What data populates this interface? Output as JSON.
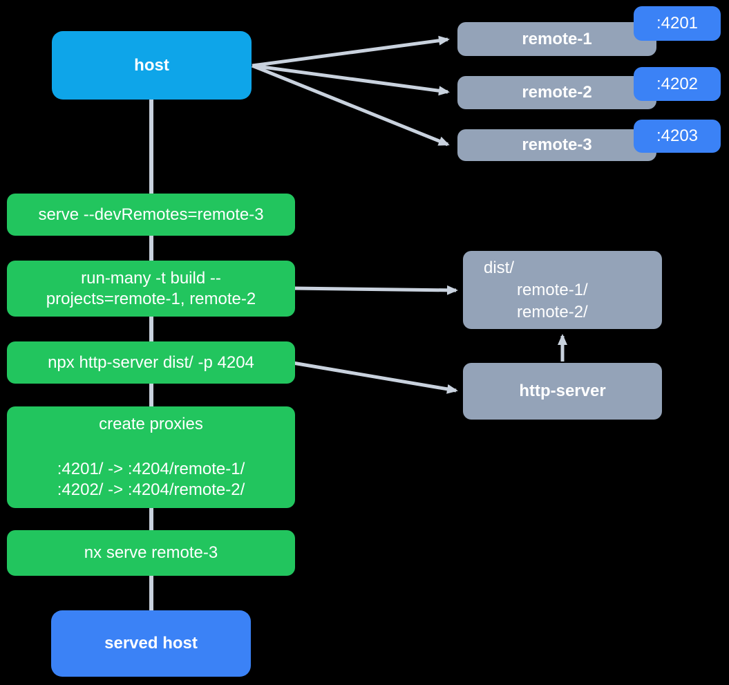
{
  "colors": {
    "background": "#000000",
    "host_fill": "#0ea5e9",
    "remote_fill": "#94a3b8",
    "port_badge_fill": "#3b82f6",
    "command_fill": "#22c55e",
    "served_host_fill": "#3b82f6",
    "edge_stroke": "#c9d2de",
    "text": "#ffffff"
  },
  "diagram": {
    "host": {
      "label": "host"
    },
    "remotes": [
      {
        "name": "remote-1",
        "port": ":4201"
      },
      {
        "name": "remote-2",
        "port": ":4202"
      },
      {
        "name": "remote-3",
        "port": ":4203"
      }
    ],
    "commands": [
      {
        "lines": [
          "serve --devRemotes=remote-3"
        ]
      },
      {
        "lines": [
          "run-many -t build --",
          "projects=remote-1, remote-2"
        ]
      },
      {
        "lines": [
          "npx http-server dist/ -p 4204"
        ]
      },
      {
        "title": "create proxies",
        "lines": [
          ":4201/ -> :4204/remote-1/",
          ":4202/ -> :4204/remote-2/"
        ]
      },
      {
        "lines": [
          "nx serve remote-3"
        ]
      }
    ],
    "dist_folder": {
      "root": "dist/",
      "children": [
        "remote-1/",
        "remote-2/"
      ]
    },
    "http_server": {
      "label": "http-server"
    },
    "served_host": {
      "label": "served host"
    }
  }
}
